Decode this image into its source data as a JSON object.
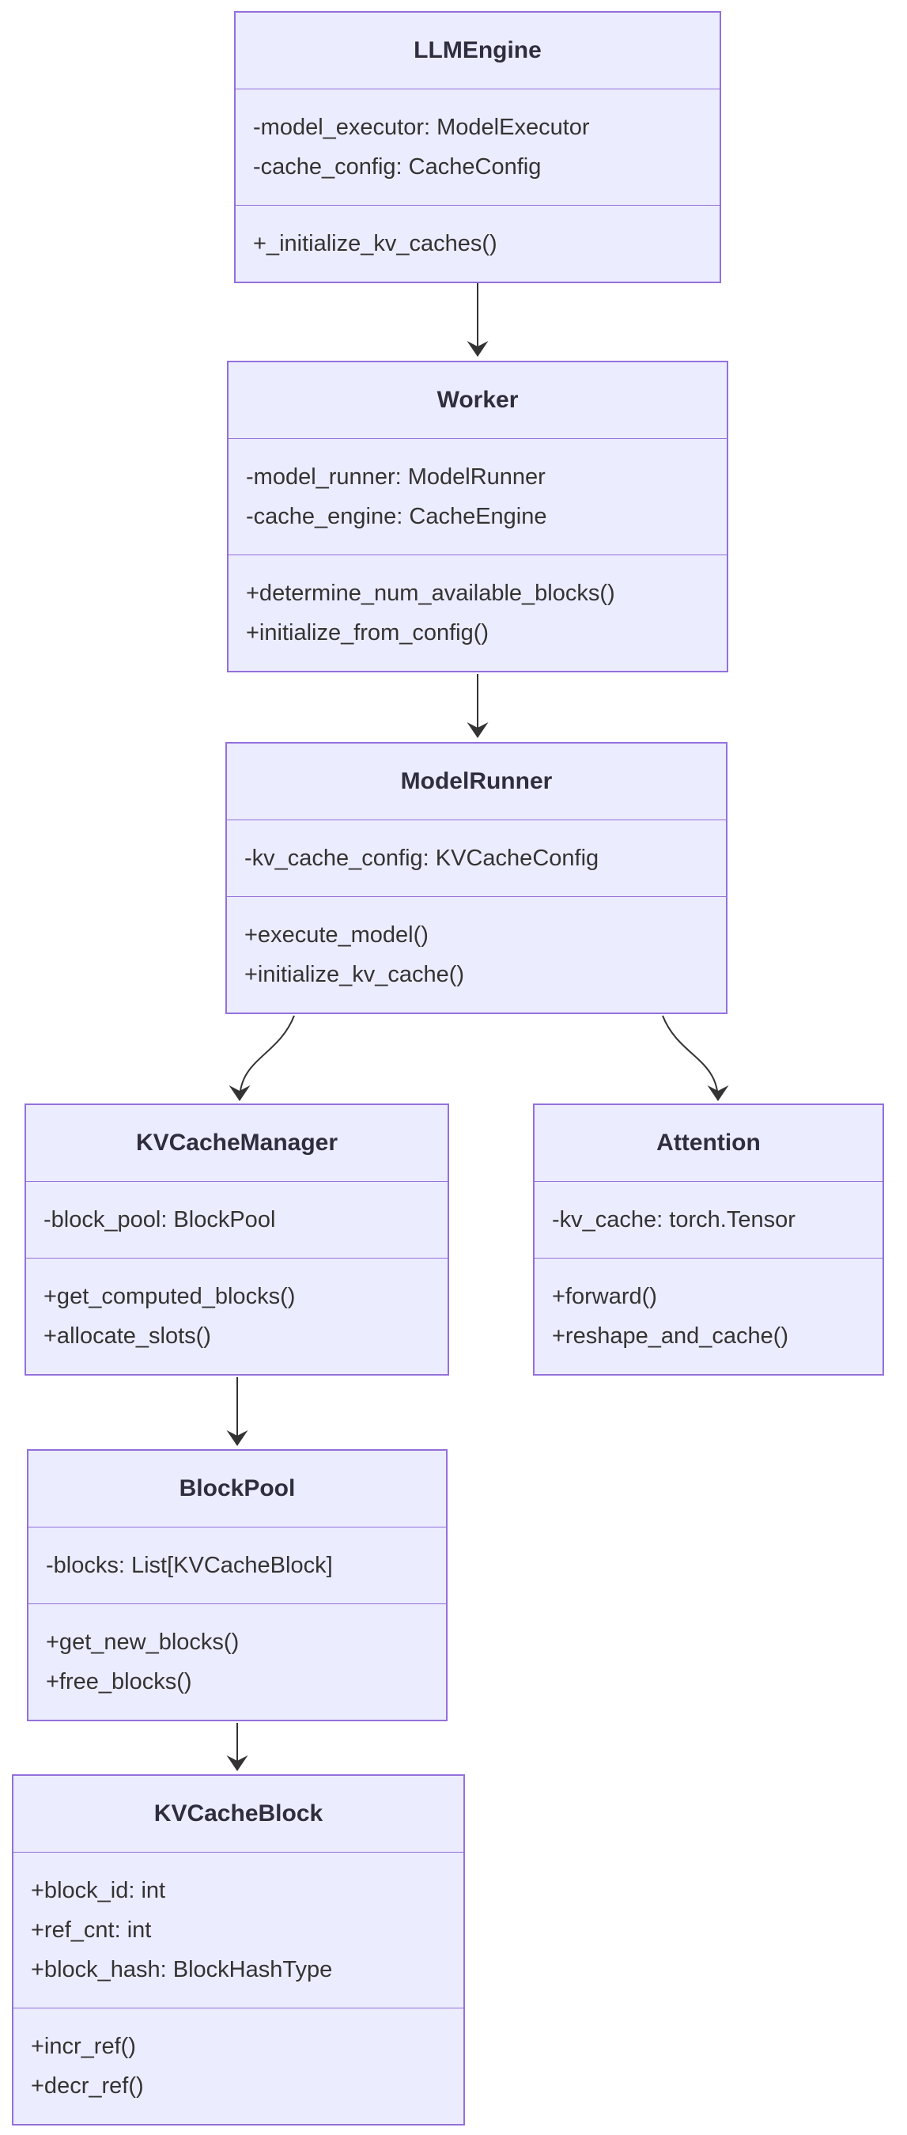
{
  "diagram": {
    "type": "uml-class-diagram",
    "classes": [
      {
        "name": "LLMEngine",
        "title": "LLMEngine",
        "attributes": [
          "-model_executor: ModelExecutor",
          "-cache_config: CacheConfig"
        ],
        "methods": [
          "+_initialize_kv_caches()"
        ]
      },
      {
        "name": "Worker",
        "title": "Worker",
        "attributes": [
          "-model_runner: ModelRunner",
          "-cache_engine: CacheEngine"
        ],
        "methods": [
          "+determine_num_available_blocks()",
          "+initialize_from_config()"
        ]
      },
      {
        "name": "ModelRunner",
        "title": "ModelRunner",
        "attributes": [
          "-kv_cache_config: KVCacheConfig"
        ],
        "methods": [
          "+execute_model()",
          "+initialize_kv_cache()"
        ]
      },
      {
        "name": "KVCacheManager",
        "title": "KVCacheManager",
        "attributes": [
          "-block_pool: BlockPool"
        ],
        "methods": [
          "+get_computed_blocks()",
          "+allocate_slots()"
        ]
      },
      {
        "name": "Attention",
        "title": "Attention",
        "attributes": [
          "-kv_cache: torch.Tensor"
        ],
        "methods": [
          "+forward()",
          "+reshape_and_cache()"
        ]
      },
      {
        "name": "BlockPool",
        "title": "BlockPool",
        "attributes": [
          "-blocks: List[KVCacheBlock]"
        ],
        "methods": [
          "+get_new_blocks()",
          "+free_blocks()"
        ]
      },
      {
        "name": "KVCacheBlock",
        "title": "KVCacheBlock",
        "attributes": [
          "+block_id: int",
          "+ref_cnt: int",
          "+block_hash: BlockHashType"
        ],
        "methods": [
          "+incr_ref()",
          "+decr_ref()"
        ]
      }
    ],
    "edges": [
      {
        "from": "LLMEngine",
        "to": "Worker",
        "style": "solid-arrow"
      },
      {
        "from": "Worker",
        "to": "ModelRunner",
        "style": "solid-arrow"
      },
      {
        "from": "ModelRunner",
        "to": "KVCacheManager",
        "style": "solid-arrow"
      },
      {
        "from": "ModelRunner",
        "to": "Attention",
        "style": "solid-arrow"
      },
      {
        "from": "KVCacheManager",
        "to": "BlockPool",
        "style": "solid-arrow"
      },
      {
        "from": "BlockPool",
        "to": "KVCacheBlock",
        "style": "solid-arrow"
      }
    ],
    "colors": {
      "node_fill": "#ECECFF",
      "node_border": "#9370DB",
      "text": "#333333",
      "edge": "#333333",
      "background": "#ffffff"
    }
  }
}
